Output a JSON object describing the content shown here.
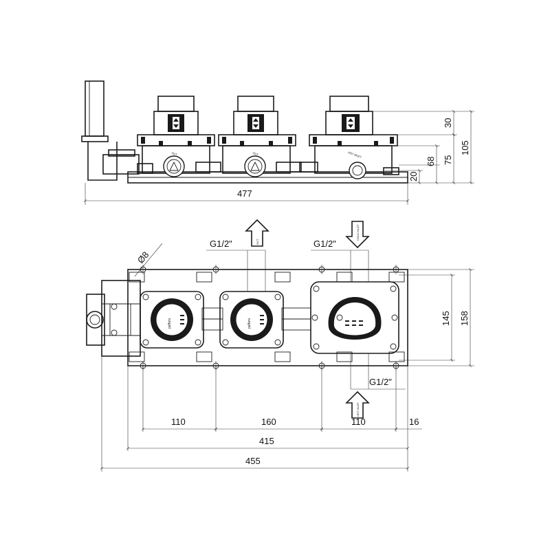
{
  "side_view": {
    "overall_width": "477",
    "h30": "30",
    "h105": "105",
    "h68": "68",
    "h75": "75",
    "h20": "20",
    "labels": {
      "out1": "OUT",
      "out2": "OUT",
      "hot_inlet": "HOT INLET"
    }
  },
  "plan_view": {
    "diameter": "Ø8",
    "thread_out": "G1/2\"",
    "thread_cold": "G1/2\"",
    "thread_hot": "G1/2\"",
    "arrow_out": "OUT",
    "arrow_cold": "COLD INLET",
    "arrow_hot": "HOT INLET",
    "h145": "145",
    "h158": "158",
    "d110a": "110",
    "d160": "160",
    "d110b": "110",
    "d16": "16",
    "d415": "415",
    "d455": "455",
    "brand1": "paffoni",
    "brand2": "paffoni"
  },
  "colors": {
    "line": "#1a1a1a",
    "background": "#ffffff"
  }
}
